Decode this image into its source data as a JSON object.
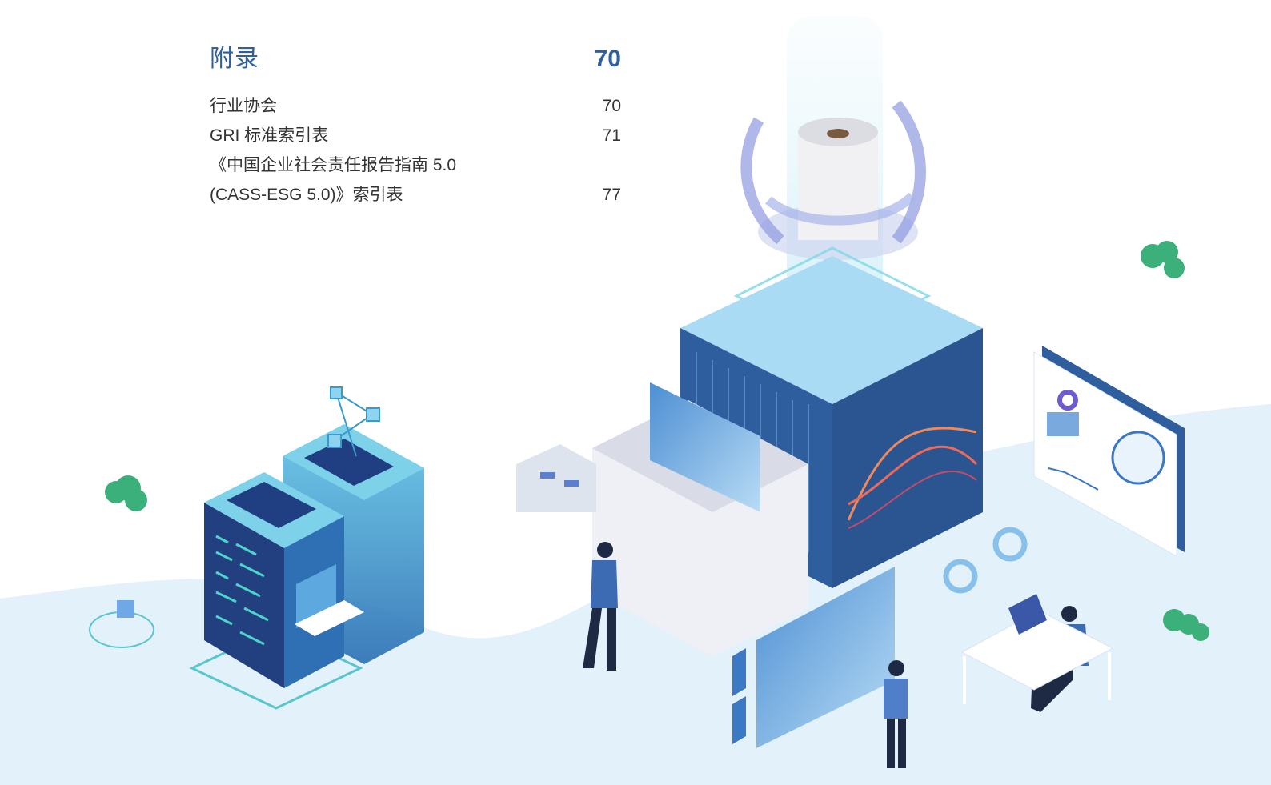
{
  "appendix": {
    "title": "附录",
    "page": "70",
    "entries": [
      {
        "lines": [
          "行业协会"
        ],
        "page": "70"
      },
      {
        "lines": [
          "GRI 标准索引表"
        ],
        "page": "71"
      },
      {
        "lines": [
          "《中国企业社会责任报告指南 5.0",
          "(CASS-ESG 5.0)》索引表"
        ],
        "page": "77"
      }
    ]
  },
  "illustration": {
    "colors": {
      "background_wave": "#e3f1fa",
      "cube_top": "#a9dcf4",
      "cube_left": "#2f5e9e",
      "cube_right": "#2a5590",
      "accent_cyan": "#4dc9d6",
      "chart_orange": "#f08a5d",
      "tree_green": "#3bb07a"
    },
    "icons": [
      "server-rack-icon",
      "lock-icon",
      "laptop-icon",
      "data-cube-icon",
      "tree-icon",
      "person-icon",
      "world-map-icon",
      "donut-chart-icon"
    ]
  }
}
